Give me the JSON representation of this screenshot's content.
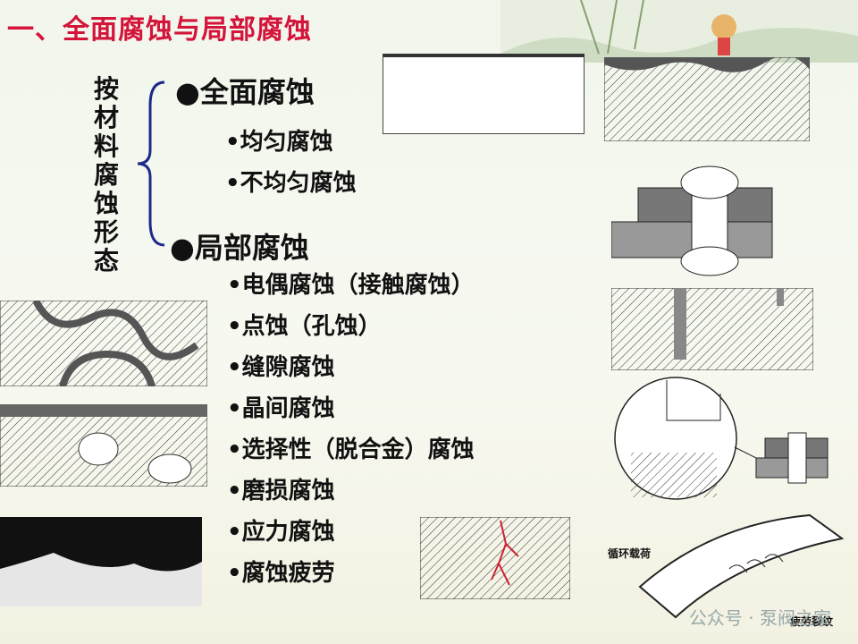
{
  "title": "一、全面腐蚀与局部腐蚀",
  "side_label": [
    "按",
    "材",
    "料",
    "腐",
    "蚀",
    "形",
    "态"
  ],
  "general": {
    "label": "●全面腐蚀",
    "items": [
      "•均匀腐蚀",
      "•不均匀腐蚀"
    ]
  },
  "local": {
    "label": "●局部腐蚀",
    "items": [
      "•电偶腐蚀（接触腐蚀）",
      "•点蚀（孔蚀）",
      "•缝隙腐蚀",
      "•晶间腐蚀",
      "•选择性（脱合金）腐蚀",
      "•磨损腐蚀",
      "•应力腐蚀",
      "•腐蚀疲劳"
    ]
  },
  "fatigue_label": "循环载荷",
  "fatigue_crack_label": "疲劳裂纹",
  "watermark": "公众号 · 泵阀之家"
}
